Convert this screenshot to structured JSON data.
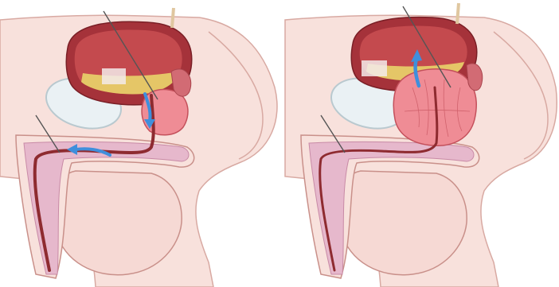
{
  "colors": {
    "background": "#ffffff",
    "skin": "#f8e1dc",
    "skin_outline": "#c9908a",
    "muscle_wall": "#a5323a",
    "bladder_inner": "#c44a4e",
    "urine": "#e9d46a",
    "prostate": "#ef8c95",
    "spongy_tissue": "#e6b8cc",
    "urethra": "#8e2b30",
    "pubic_bone": "#eaf1f4",
    "flow_arrow": "#3f8fdc",
    "pointer_line": "#555555",
    "label_box": "#f3eaea"
  },
  "panels": [
    {
      "id": "normal",
      "prostate_state": "normal",
      "flow_arrows": [
        "down-prostatic-urethra",
        "forward-penile-urethra"
      ]
    },
    {
      "id": "enlarged",
      "prostate_state": "enlarged",
      "flow_arrows": [
        "up-blocked-bladder-neck"
      ]
    }
  ]
}
